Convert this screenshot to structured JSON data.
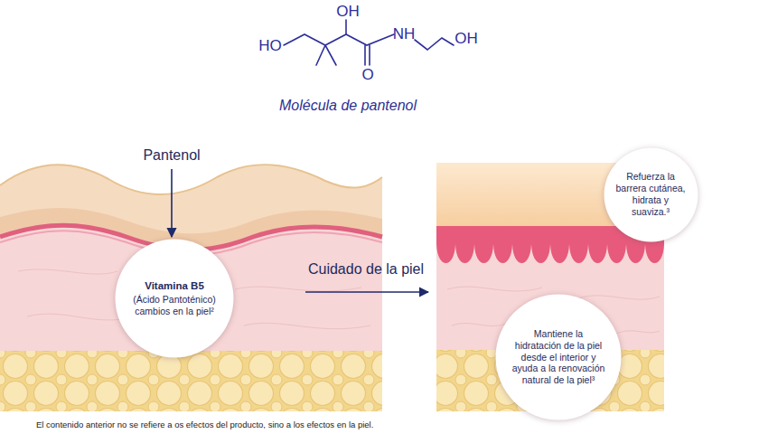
{
  "diagram": {
    "nodes": [
      {
        "text": [
          "Vitamina B5",
          "(Ácido Pantoténico) cambios en la piel²"
        ]
      },
      {
        "text": [
          "Refuerza la barrera cutánea, hidrata y suaviza.³"
        ]
      },
      {
        "text": [
          "Mantiene la hidratación de la piel desde el interior y ayuda a la renovación natural de la piel³"
        ]
      }
    ],
    "labels": [
      "OH",
      "HO",
      "NH",
      "OH",
      "O",
      "Molécula de pantenol",
      "Pantenol",
      "Cuidado de la piel",
      "El contenido anterior no se refiere a os efectos del producto, sino a los efectos en la piel."
    ]
  }
}
